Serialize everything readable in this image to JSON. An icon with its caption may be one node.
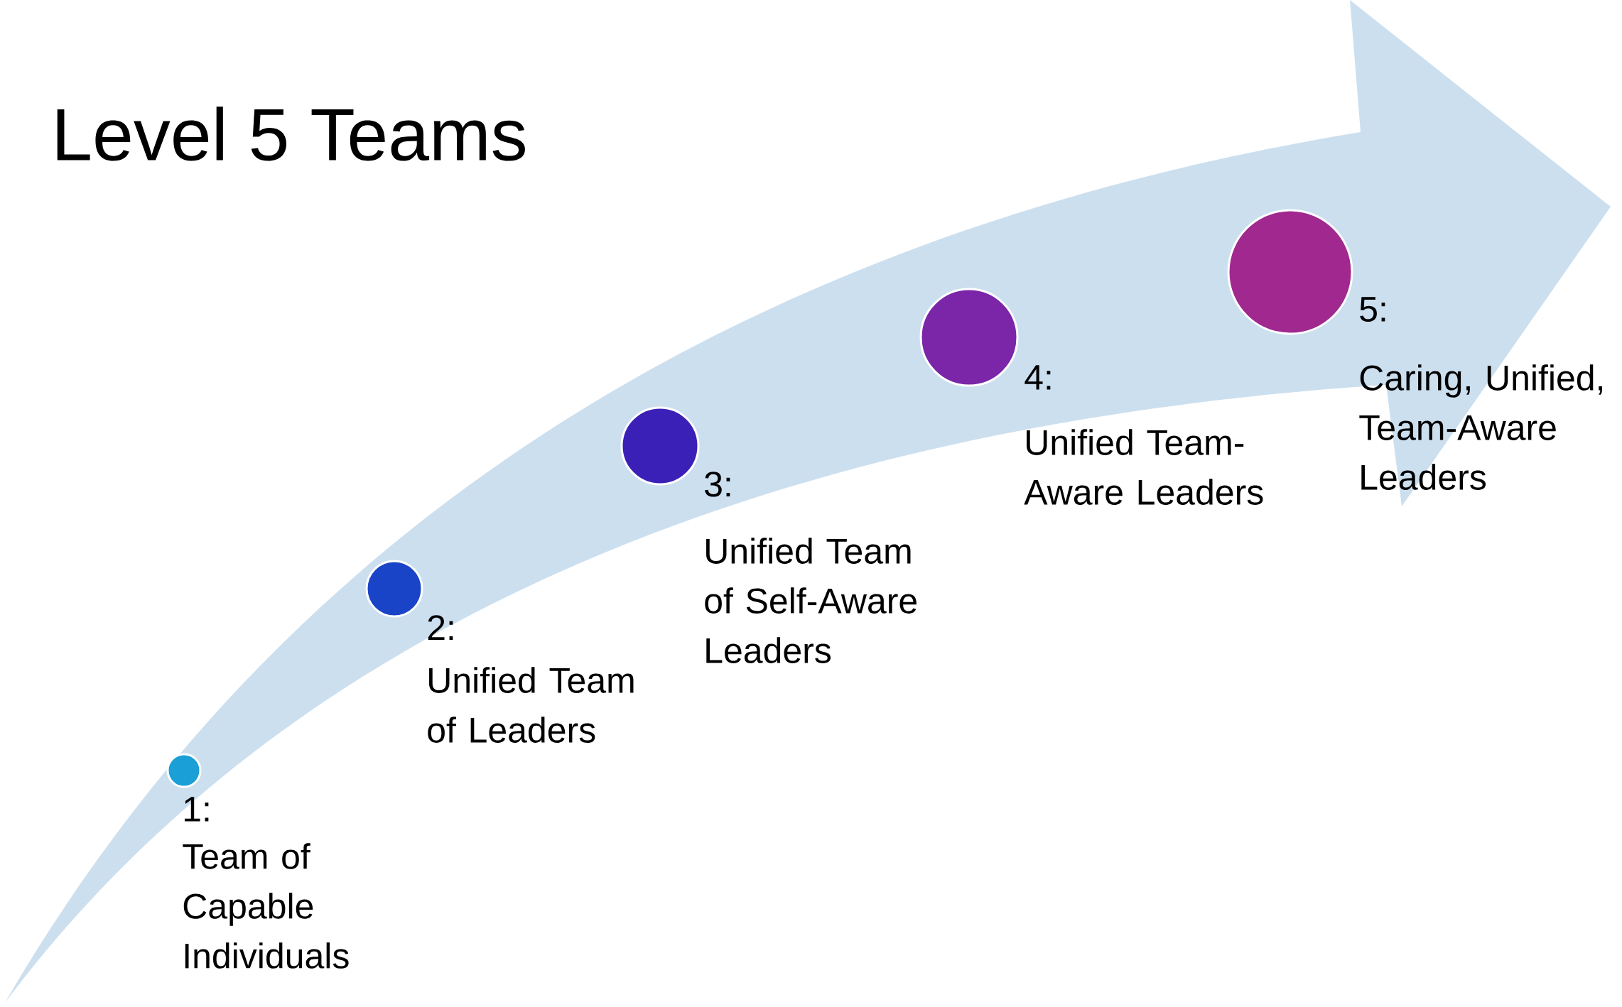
{
  "diagram": {
    "title": "Level 5 Teams",
    "nodes": [
      {
        "text": [],
        "shape": "circle",
        "beside": [
          "1:",
          "Team of Capable Individuals"
        ]
      },
      {
        "text": [],
        "shape": "circle",
        "beside": [
          "2:",
          "Unified Team of Leaders"
        ]
      },
      {
        "text": [],
        "shape": "circle",
        "beside": [
          "3:",
          "Unified Team of Self-Aware Leaders"
        ]
      },
      {
        "text": [],
        "shape": "circle",
        "beside": [
          "4:",
          "Unified Team-Aware Leaders"
        ]
      },
      {
        "text": [],
        "shape": "circle",
        "beside": [
          "5:",
          "Caring, Unified, Team-Aware Leaders"
        ]
      }
    ]
  }
}
